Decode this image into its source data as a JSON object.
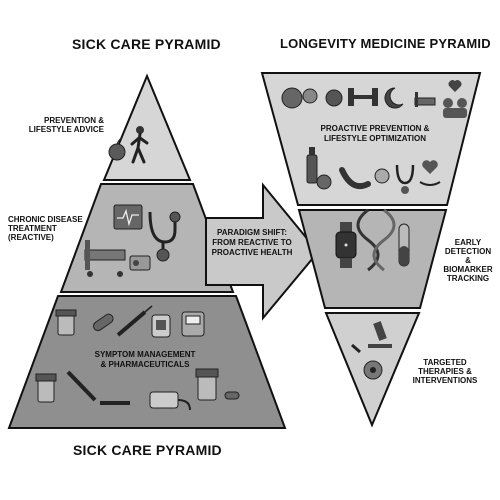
{
  "left": {
    "title_top": "SICK CARE PYRAMID",
    "title_bottom": "SICK CARE PYRAMID",
    "tiers": [
      {
        "label": "PREVENTION &\nLIFESTYLE ADVICE"
      },
      {
        "label": "CHRONIC DISEASE\nTREATMENT\n(REACTIVE)"
      },
      {
        "label": "SYMPTOM MANAGEMENT\n& PHARMACEUTICALS"
      }
    ]
  },
  "arrow": {
    "label": "PARADIGM SHIFT:\nFROM REACTIVE TO\nPROACTIVE HEALTH"
  },
  "right": {
    "title": "LONGEVITY MEDICINE PYRAMID",
    "tiers": [
      {
        "label": "PROACTIVE PREVENTION &\nLIFESTYLE OPTIMIZATION"
      },
      {
        "label": "EARLY\nDETECTION\n& BIOMARKER\nTRACKING"
      },
      {
        "label": "TARGETED\nTHERAPIES &\nINTERVENTIONS"
      }
    ]
  },
  "colors": {
    "tier_top": "#d6d6d6",
    "tier_mid": "#b5b5b5",
    "tier_bottom": "#8f8f8f",
    "outline": "#111111",
    "arrow": "#c9c9c9"
  },
  "icons": [
    "apple-icon",
    "walking-person-icon",
    "monitor-icon",
    "stethoscope-icon",
    "hospital-bed-icon",
    "id-badge-icon",
    "pill-bottle-icon",
    "capsule-icon",
    "syringe-icon",
    "inhaler-icon",
    "blood-pressure-monitor-icon",
    "vegetables-icon",
    "dumbbell-icon",
    "sleep-moon-icon",
    "heart-icon",
    "family-icon",
    "bottle-icon",
    "banana-icon",
    "smartwatch-icon",
    "dna-icon",
    "test-tube-icon",
    "microscope-icon",
    "cell-icon"
  ]
}
